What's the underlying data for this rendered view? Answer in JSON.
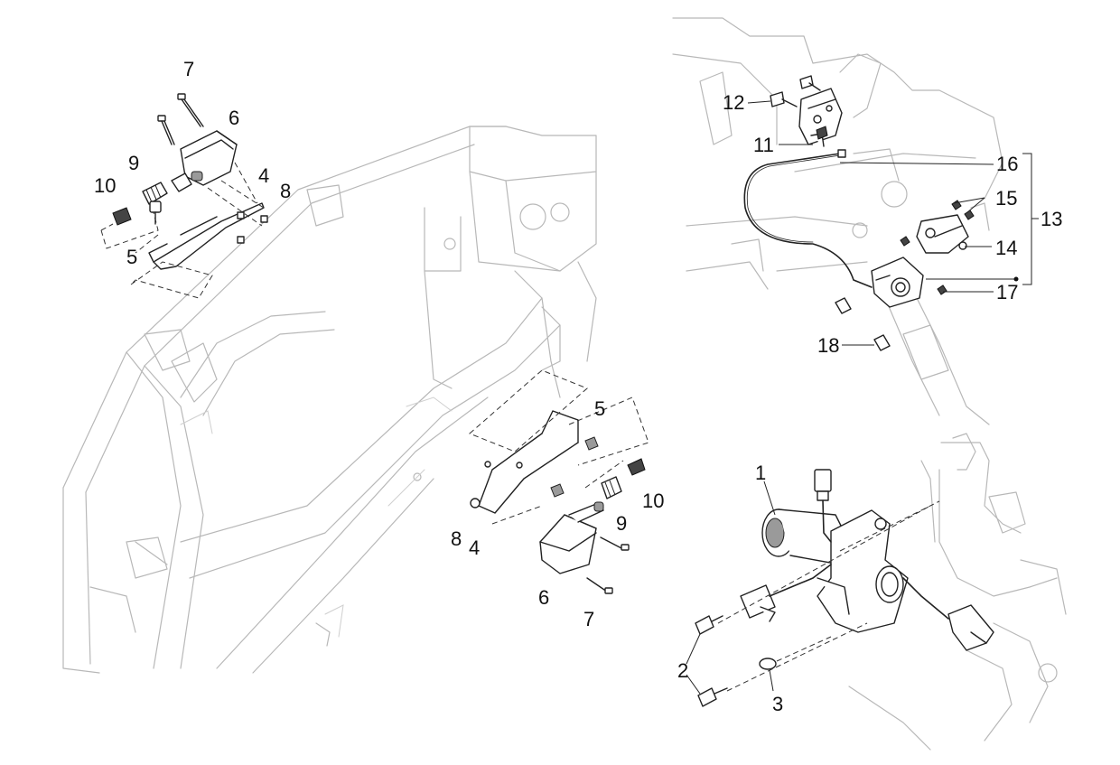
{
  "diagram": {
    "callouts": {
      "left_group": {
        "n7": "7",
        "n6": "6",
        "n9": "9",
        "n10": "10",
        "n4": "4",
        "n8": "8",
        "n5": "5"
      },
      "center_group": {
        "n5": "5",
        "n10": "10",
        "n9": "9",
        "n4": "4",
        "n8": "8",
        "n6": "6",
        "n7": "7"
      },
      "top_right_group": {
        "n12": "12",
        "n11": "11",
        "n16": "16",
        "n15": "15",
        "n13": "13",
        "n14": "14",
        "n17": "17",
        "n18": "18"
      },
      "bottom_right_group": {
        "n1": "1",
        "n2": "2",
        "n3": "3"
      }
    }
  }
}
